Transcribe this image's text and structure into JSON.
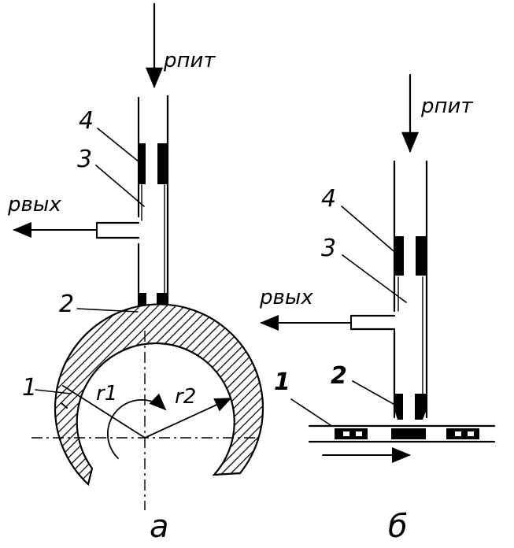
{
  "labels": {
    "a": {
      "p_supply": "pпит",
      "p_out": "pвых",
      "n1": "1",
      "n2": "2",
      "n3": "3",
      "n4": "4",
      "r1": "r1",
      "r2": "r2",
      "caption": "а"
    },
    "b": {
      "p_supply": "pпит",
      "p_out": "pвых",
      "n1": "1",
      "n2": "2",
      "n3": "3",
      "n4": "4",
      "caption": "б"
    }
  },
  "colors": {
    "ink": "#000000",
    "background": "#ffffff"
  }
}
